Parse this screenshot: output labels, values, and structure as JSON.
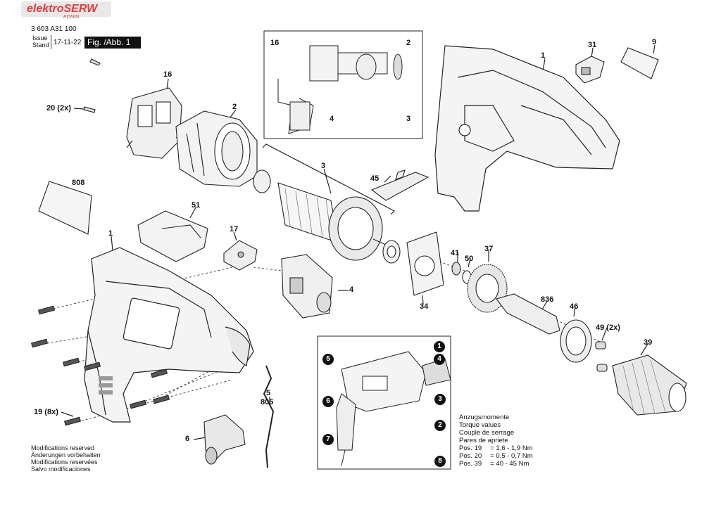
{
  "header": {
    "brand": "elektroSERW",
    "brand_sub": "KONIN",
    "doc_number": "3 603 A31 100",
    "issue_label": "Issue",
    "stand_label": "Stand",
    "issue_date": "17-11-22",
    "fig_label": "Fig. /Abb. 1"
  },
  "parts": {
    "p16": "16",
    "p2": "2",
    "p20": "20 (2x)",
    "p808": "808",
    "p51": "51",
    "p17": "17",
    "p1": "1",
    "p3": "3",
    "p45": "45",
    "p4": "4",
    "p34": "34",
    "p41": "41",
    "p50": "50",
    "p37": "37",
    "p836": "836",
    "p46": "46",
    "p49": "49 (2x)",
    "p39": "39",
    "p31": "31",
    "p9": "9",
    "p19": "19 (8x)",
    "p6": "6",
    "p5": "5",
    "p805": "805",
    "inset_16": "16",
    "inset_2": "2",
    "inset_3": "3",
    "inset_4": "4"
  },
  "callouts": [
    "1",
    "2",
    "3",
    "4",
    "5",
    "6",
    "7",
    "8"
  ],
  "torque": {
    "lines": [
      "Anzugsmomente",
      "Torque values",
      "Couple de serrage",
      "Pares de apriete"
    ],
    "rows": [
      {
        "pos": "Pos. 19",
        "value": "= 1,6 - 1,9 Nm"
      },
      {
        "pos": "Pos. 20",
        "value": "= 0,5 - 0,7 Nm"
      },
      {
        "pos": "Pos. 39",
        "value": "= 40 - 45 Nm"
      }
    ]
  },
  "modifications": [
    "Modifications reserved",
    "Änderungen vorbehalten",
    "Modifications reservées",
    "Salvo modificaciones"
  ],
  "colors": {
    "brand_red": "#e63838",
    "line": "#222222"
  }
}
